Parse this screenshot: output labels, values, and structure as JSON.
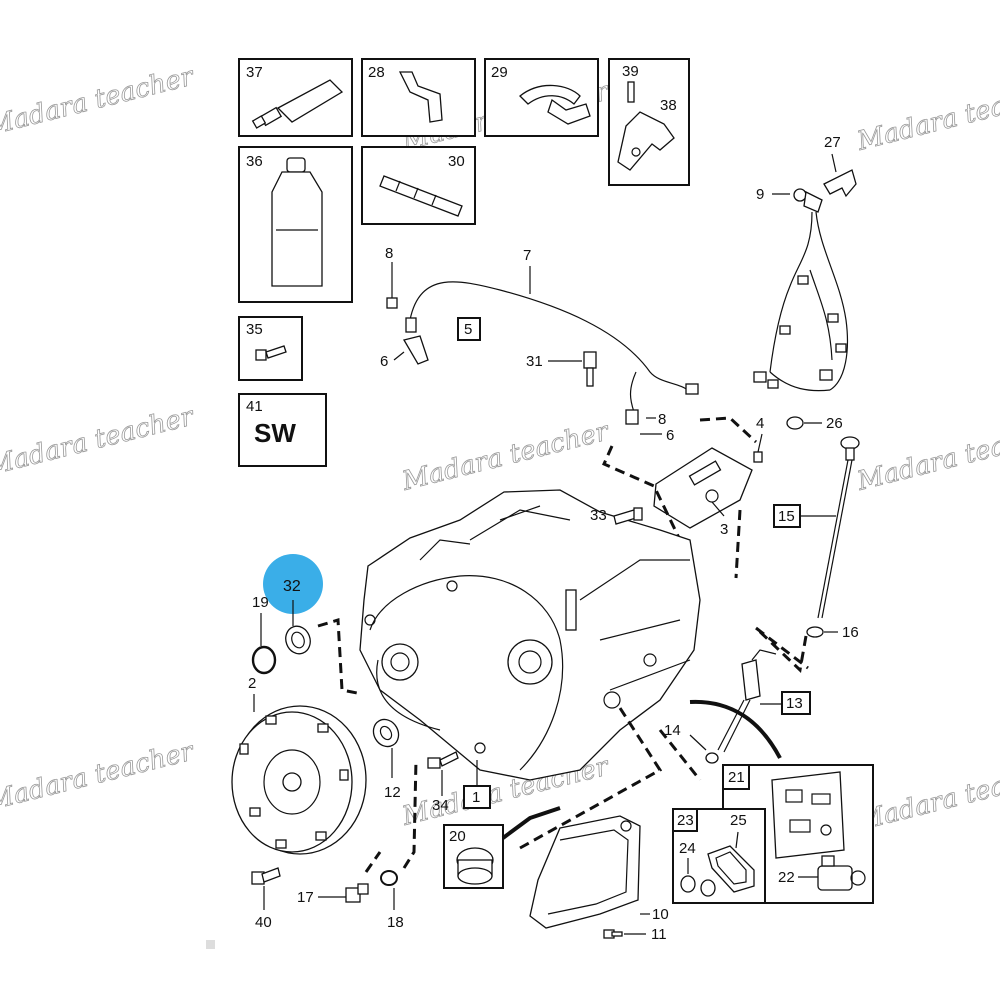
{
  "labels": {
    "p1": "1",
    "p2": "2",
    "p3": "3",
    "p4": "4",
    "p5": "5",
    "p6a": "6",
    "p6b": "6",
    "p7": "7",
    "p8a": "8",
    "p8b": "8",
    "p9": "9",
    "p10": "10",
    "p11": "11",
    "p12": "12",
    "p13": "13",
    "p14": "14",
    "p15": "15",
    "p16": "16",
    "p17": "17",
    "p18": "18",
    "p19": "19",
    "p20": "20",
    "p21": "21",
    "p22": "22",
    "p23": "23",
    "p24": "24",
    "p25": "25",
    "p26": "26",
    "p27": "27",
    "p28": "28",
    "p29": "29",
    "p30": "30",
    "p31": "31",
    "p32": "32",
    "p33": "33",
    "p34": "34",
    "p35": "35",
    "p36": "36",
    "p37": "37",
    "p38": "38",
    "p39": "39",
    "p40": "40",
    "p41": "41"
  },
  "sw_text": "SW",
  "highlight": {
    "label": "32",
    "color": "#3aaee8"
  },
  "watermark": "Madara teacher"
}
